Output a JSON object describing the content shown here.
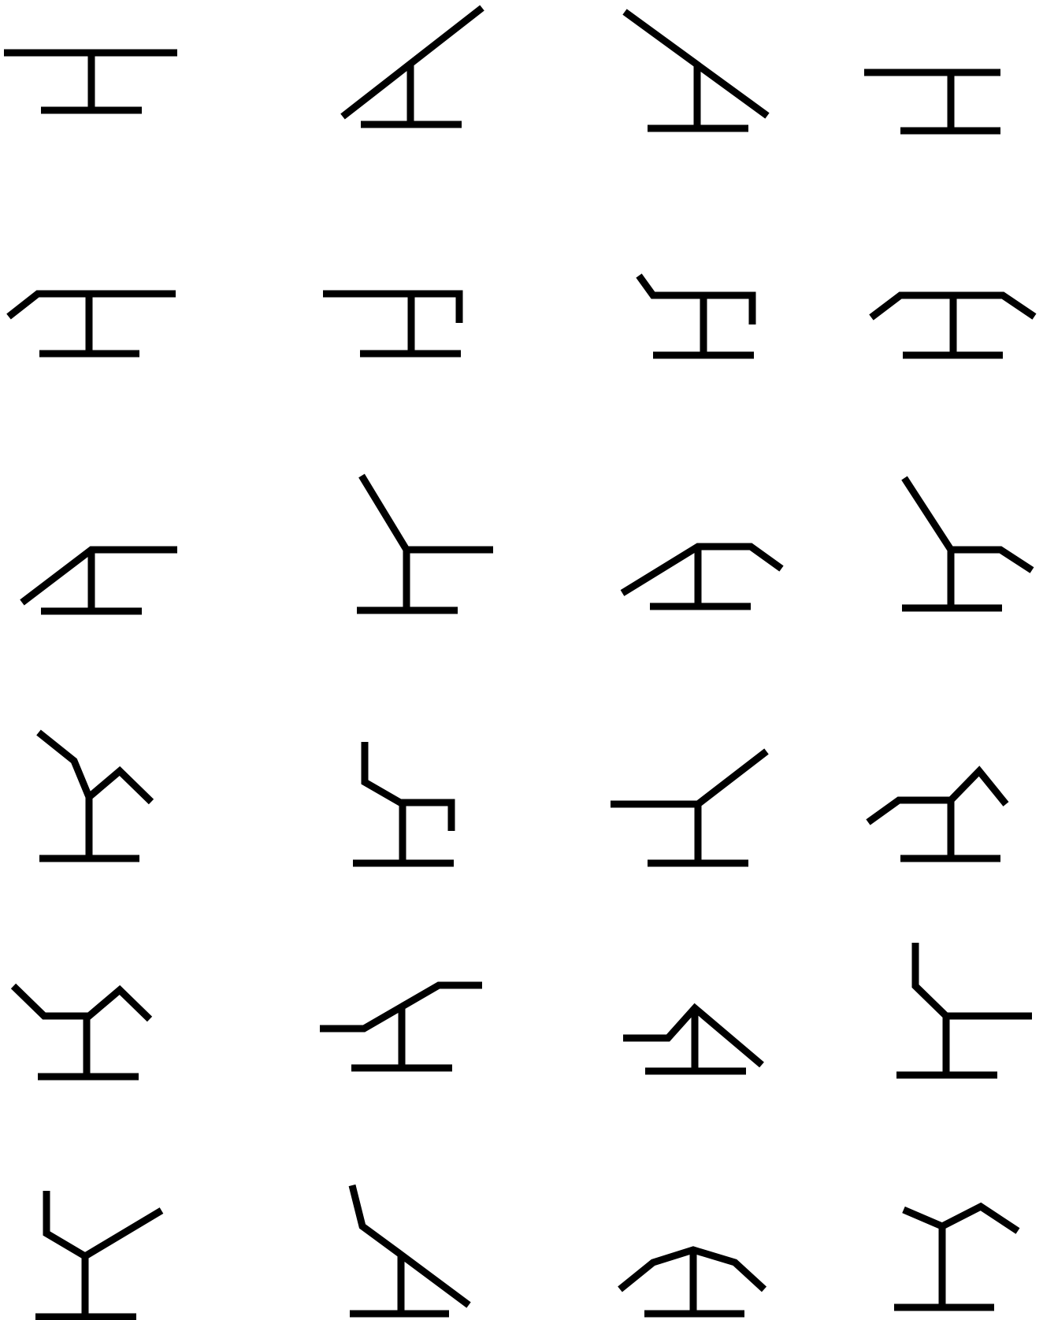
{
  "figure": {
    "kind": "grid of 24 chair/bed silhouette glyphs",
    "rows": 6,
    "columns": 4,
    "stroke_color": "#000000",
    "background_color": "#ffffff",
    "glyphs": [
      {
        "id": "glyph-r1-c1"
      },
      {
        "id": "glyph-r1-c2"
      },
      {
        "id": "glyph-r1-c3"
      },
      {
        "id": "glyph-r1-c4"
      },
      {
        "id": "glyph-r2-c1"
      },
      {
        "id": "glyph-r2-c2"
      },
      {
        "id": "glyph-r2-c3"
      },
      {
        "id": "glyph-r2-c4"
      },
      {
        "id": "glyph-r3-c1"
      },
      {
        "id": "glyph-r3-c2"
      },
      {
        "id": "glyph-r3-c3"
      },
      {
        "id": "glyph-r3-c4"
      },
      {
        "id": "glyph-r4-c1"
      },
      {
        "id": "glyph-r4-c2"
      },
      {
        "id": "glyph-r4-c3"
      },
      {
        "id": "glyph-r4-c4"
      },
      {
        "id": "glyph-r5-c1"
      },
      {
        "id": "glyph-r5-c2"
      },
      {
        "id": "glyph-r5-c3"
      },
      {
        "id": "glyph-r5-c4"
      },
      {
        "id": "glyph-r6-c1"
      },
      {
        "id": "glyph-r6-c2"
      },
      {
        "id": "glyph-r6-c3"
      },
      {
        "id": "glyph-r6-c4"
      }
    ]
  }
}
